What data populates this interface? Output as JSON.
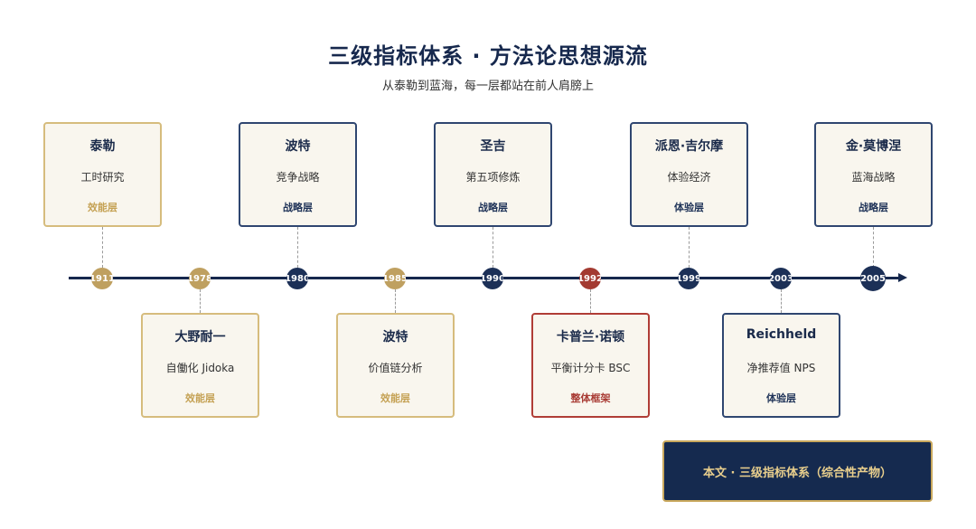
{
  "header": {
    "title": "三级指标体系 · 方法论思想源流",
    "subtitle": "从泰勒到蓝海，每一层都站在前人肩膀上"
  },
  "timeline": {
    "years": [
      "1911",
      "1978",
      "1980",
      "1985",
      "1990",
      "1992",
      "1999",
      "2003",
      "2005"
    ],
    "events": [
      {
        "year": "1911",
        "name": "泰勒",
        "work": "工时研究",
        "layer": "效能层",
        "style": "gold",
        "position": "above"
      },
      {
        "year": "1978",
        "name": "大野耐一",
        "work": "自働化 Jidoka",
        "layer": "效能层",
        "style": "gold",
        "position": "below"
      },
      {
        "year": "1980",
        "name": "波特",
        "work": "竞争战略",
        "layer": "战略层",
        "style": "navy",
        "position": "above"
      },
      {
        "year": "1985",
        "name": "波特",
        "work": "价值链分析",
        "layer": "效能层",
        "style": "gold",
        "position": "below"
      },
      {
        "year": "1990",
        "name": "圣吉",
        "work": "第五项修炼",
        "layer": "战略层",
        "style": "navy",
        "position": "above"
      },
      {
        "year": "1992",
        "name": "卡普兰·诺顿",
        "work": "平衡计分卡 BSC",
        "layer": "整体框架",
        "style": "red",
        "position": "below"
      },
      {
        "year": "1999",
        "name": "派恩·吉尔摩",
        "work": "体验经济",
        "layer": "体验层",
        "style": "navy",
        "position": "above"
      },
      {
        "year": "2003",
        "name": "Reichheld",
        "work": "净推荐值 NPS",
        "layer": "体验层",
        "style": "navy",
        "position": "below"
      },
      {
        "year": "2005",
        "name": "金·莫博涅",
        "work": "蓝海战略",
        "layer": "战略层",
        "style": "navy",
        "position": "above"
      }
    ]
  },
  "summary": {
    "label": "本文 · 三级指标体系（综合性产物）"
  },
  "colors": {
    "navy": "#1c3057",
    "gold": "#bfa060",
    "red": "#a33a31",
    "card_bg": "#f9f6ee"
  }
}
